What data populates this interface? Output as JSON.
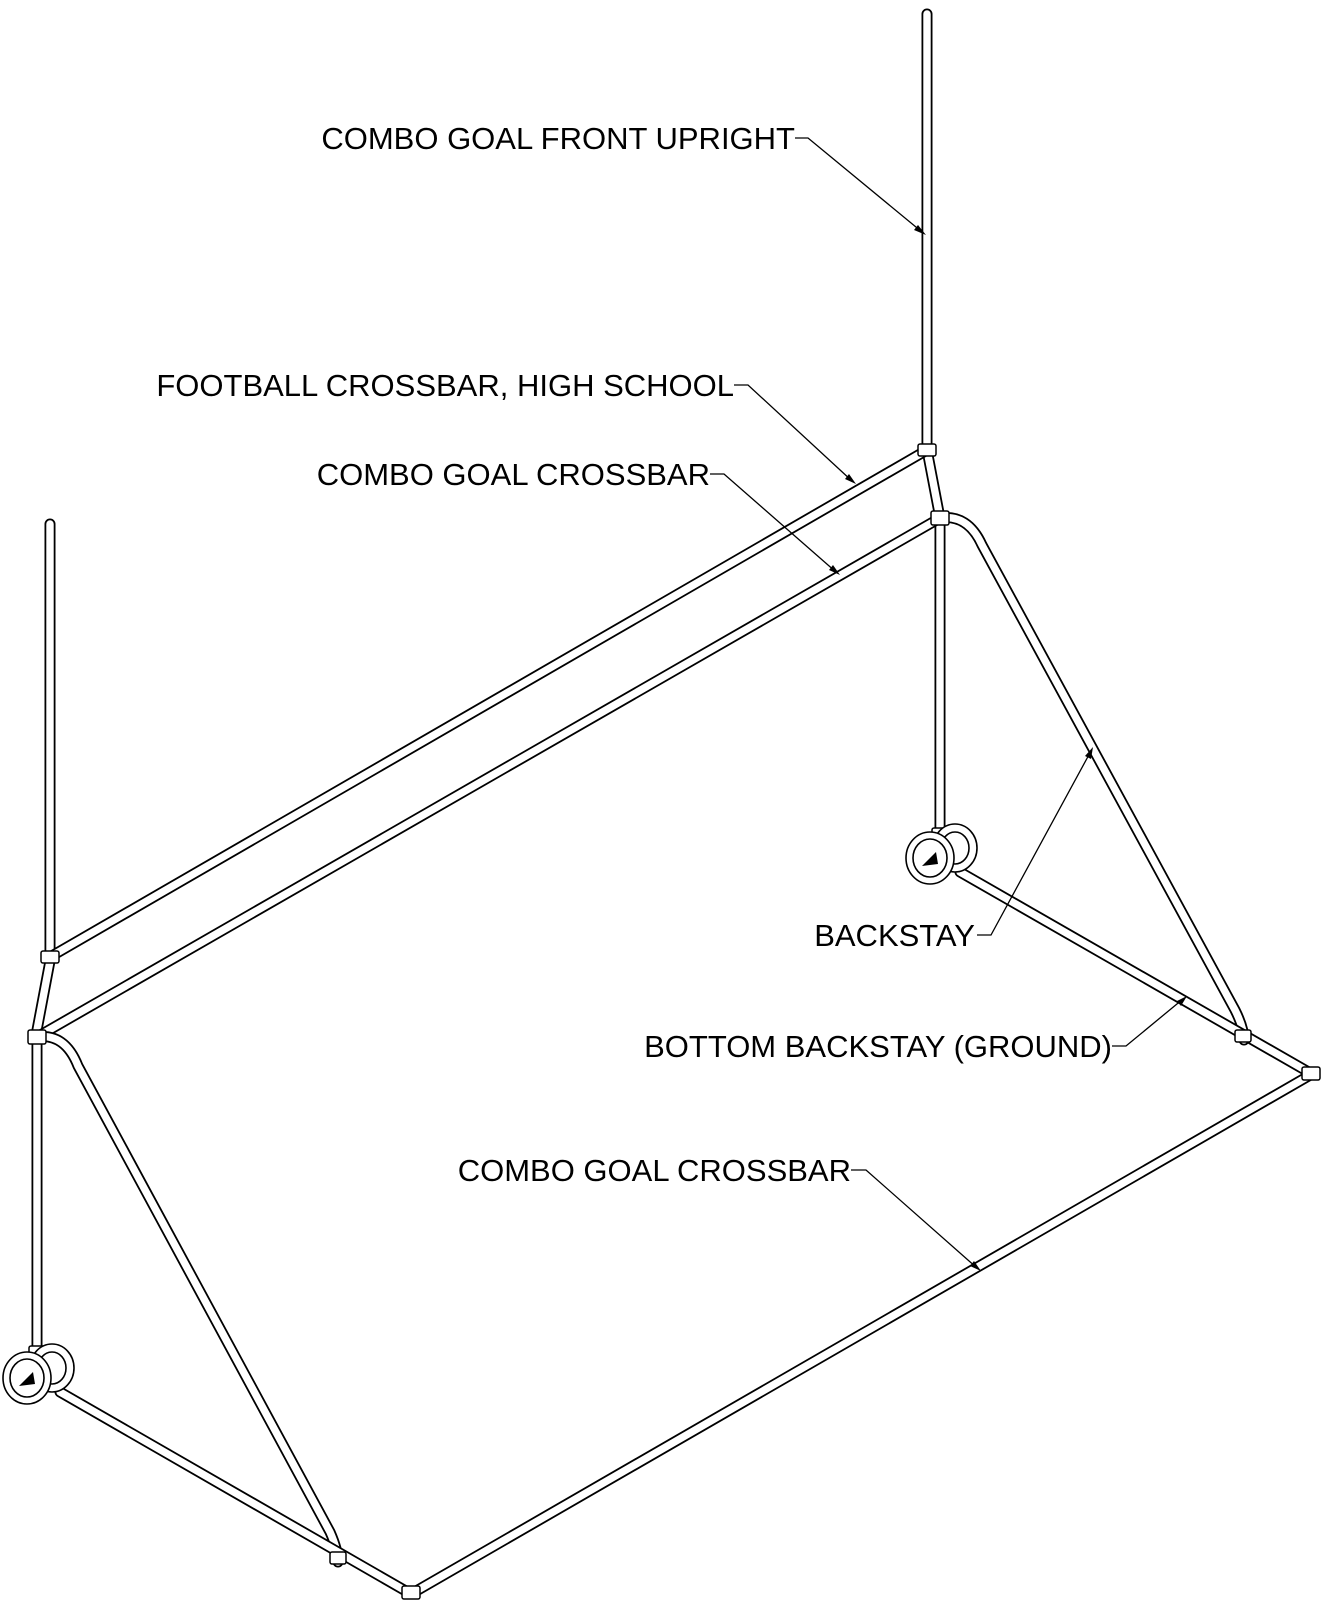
{
  "labels": {
    "front_upright": "COMBO GOAL FRONT UPRIGHT",
    "football_crossbar": "FOOTBALL CROSSBAR, HIGH SCHOOL",
    "upper_crossbar": "COMBO GOAL CROSSBAR",
    "backstay": "BACKSTAY",
    "bottom_backstay": "BOTTOM BACKSTAY (GROUND)",
    "lower_crossbar": "COMBO GOAL CROSSBAR"
  }
}
